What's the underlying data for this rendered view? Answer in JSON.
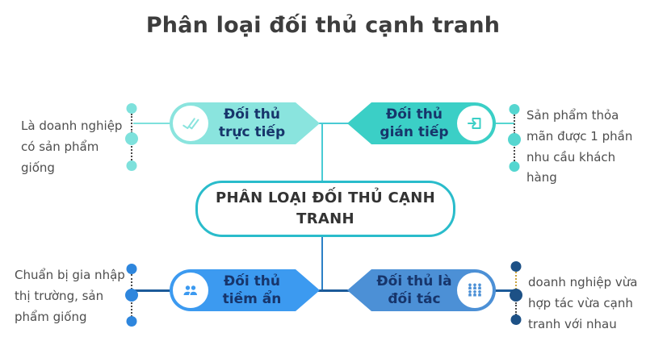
{
  "title": "Phân loại đối thủ cạnh tranh",
  "center_box": {
    "label": "PHÂN LOẠI ĐỐI THỦ CẠNH TRANH"
  },
  "nodes": {
    "direct": {
      "line1": "Đối thủ",
      "line2": "trực tiếp",
      "icon": "double-check-icon",
      "color": "#8ae4de",
      "dot_color": "#7ee1dc",
      "note": "Là doanh nghiệp có sản phẩm giống"
    },
    "indirect": {
      "line1": "Đối thủ",
      "line2": "gián tiếp",
      "icon": "login-arrow-icon",
      "color": "#3bcfc6",
      "dot_color": "#55d6d0",
      "note": "Sản phẩm thỏa mãn được 1 phần nhu cầu khách hàng"
    },
    "potential": {
      "line1": "Đối thủ",
      "line2": "tiềm ẩn",
      "icon": "two-people-icon",
      "color": "#3c9af0",
      "dot_color": "#2e86dd",
      "note": "Chuẩn bị gia nhập thị trường, sản phẩm giống"
    },
    "partner": {
      "line1": "Đối thủ là",
      "line2": "đối tác",
      "icon": "people-group-icon",
      "color": "#4c90d6",
      "dot_color": "#1d5186",
      "note": "doanh nghiệp vừa hợp tác vừa cạnh tranh với nhau"
    }
  },
  "connectors": {
    "teal_line": "#49cbd4",
    "blue_line": "#2c80c6",
    "navy_line": "#1c5b99",
    "dotted_line": "#4a4a4a",
    "gold_dotted_line": "#c9a23c",
    "center_border": "#2abccb"
  }
}
